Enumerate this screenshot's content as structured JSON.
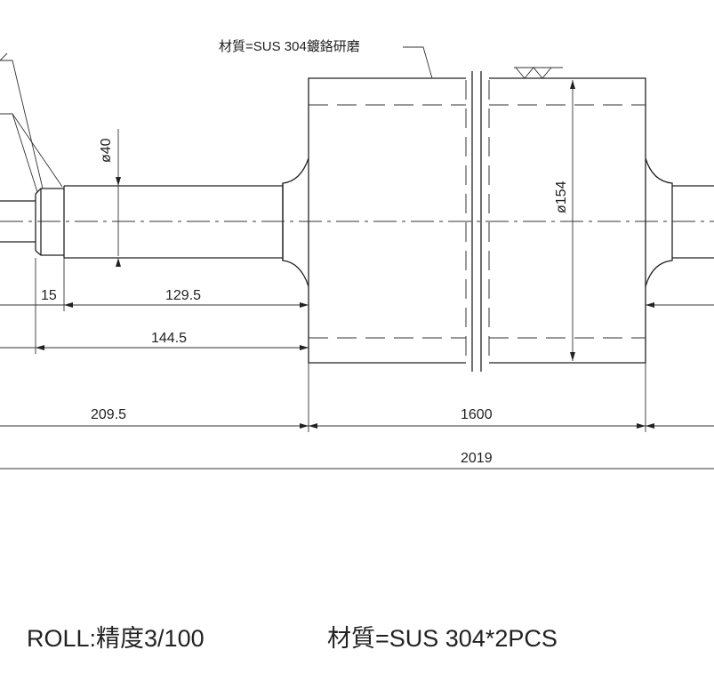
{
  "drawing": {
    "material_note": "材質=SUS 304鍍鉻研磨",
    "dimensions": {
      "shaft_diameter": "ø40",
      "roll_diameter": "ø154",
      "chamfer_length": "15",
      "shaft_length": "129.5",
      "journal_length": "144.5",
      "end_length": "209.5",
      "roll_face_length": "1600",
      "overall_length": "2019"
    },
    "footer": {
      "precision": "ROLL:精度3/100",
      "material_qty": "材質=SUS 304*2PCS"
    }
  }
}
